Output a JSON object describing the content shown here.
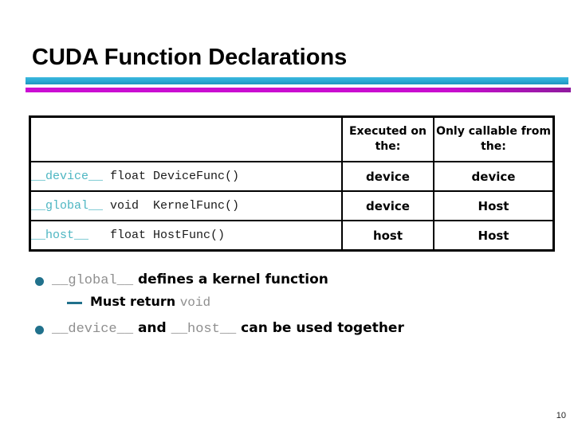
{
  "slide": {
    "title": "CUDA Function Declarations",
    "page_number": "10"
  },
  "colors": {
    "bar_cyan": "#29a8d4",
    "bar_magenta": "#c90ccf",
    "code_teal": "#4db6c2",
    "code_gray": "#8f8f8f",
    "bullet_teal": "#21718c",
    "text_black": "#000000"
  },
  "table": {
    "headers": [
      "",
      "Executed\non the:",
      "Only callable\nfrom the:"
    ],
    "rows": [
      {
        "keyword": "__device__",
        "signature": " float DeviceFunc()",
        "executed_on": "device",
        "callable_from": "device"
      },
      {
        "keyword": "__global__",
        "signature": " void  KernelFunc()",
        "executed_on": "device",
        "callable_from": "Host"
      },
      {
        "keyword": "__host__",
        "signature": "   float HostFunc()",
        "executed_on": "host",
        "callable_from": "Host"
      }
    ]
  },
  "bullets": [
    {
      "segments": [
        {
          "text": "__global__",
          "style": "code"
        },
        {
          "text": " defines a kernel function",
          "style": "text"
        }
      ],
      "sub": [
        {
          "segments": [
            {
              "text": "Must return ",
              "style": "text"
            },
            {
              "text": "void",
              "style": "code"
            }
          ]
        }
      ]
    },
    {
      "segments": [
        {
          "text": "__device__",
          "style": "code"
        },
        {
          "text": " and ",
          "style": "text"
        },
        {
          "text": "__host__",
          "style": "code"
        },
        {
          "text": " can be used together",
          "style": "text"
        }
      ],
      "sub": []
    }
  ]
}
